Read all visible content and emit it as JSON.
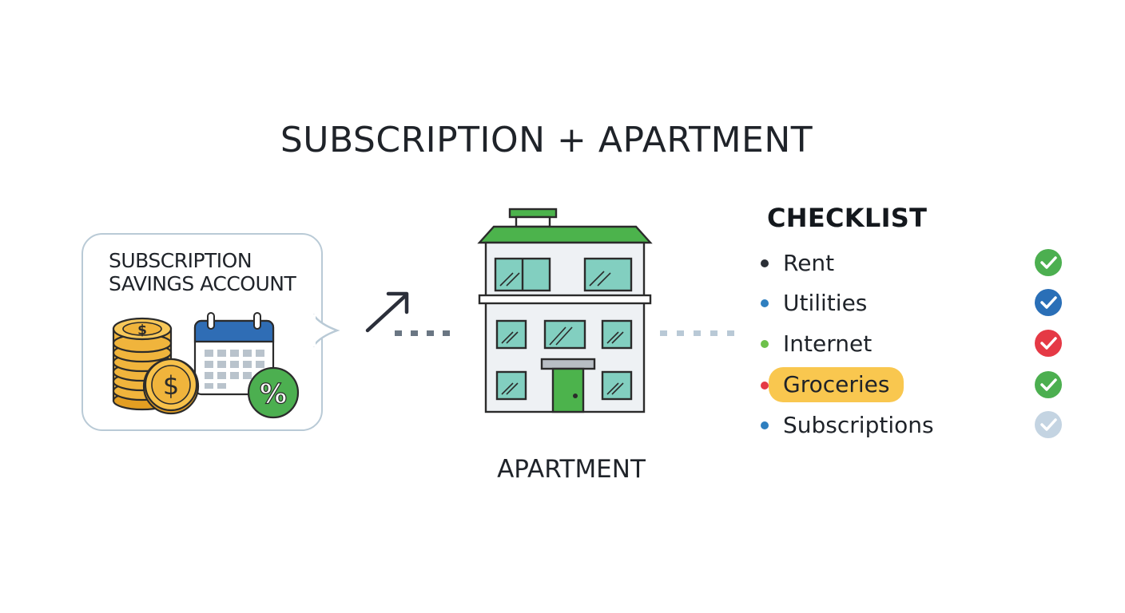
{
  "title": "SUBSCRIPTION + APARTMENT",
  "savings_card": {
    "line1": "SUBSCRIPTION",
    "line2": "SAVINGS ACCOUNT",
    "coin_symbol": "$",
    "badge_symbol": "%"
  },
  "building": {
    "label": "APARTMENT"
  },
  "checklist": {
    "title": "CHECKLIST",
    "items": [
      {
        "label": "Rent",
        "bullet_color": "#2b2f36",
        "check_color": "#4caf50",
        "highlighted": false
      },
      {
        "label": "Utilities",
        "bullet_color": "#2f7fbf",
        "check_color": "#2a6fb7",
        "highlighted": false
      },
      {
        "label": "Internet",
        "bullet_color": "#6cc04a",
        "check_color": "#e53945",
        "highlighted": false
      },
      {
        "label": "Groceries",
        "bullet_color": "#e53945",
        "check_color": "#4caf50",
        "highlighted": true
      },
      {
        "label": "Subscriptions",
        "bullet_color": "#2f7fbf",
        "check_color": "#c4d4e2",
        "highlighted": false
      }
    ]
  },
  "colors": {
    "roof_green": "#4cb34c",
    "window_teal": "#82cfc0",
    "coin_gold": "#f0b43c",
    "calendar_blue": "#2f6db5",
    "highlight_yellow": "#f9c74f"
  }
}
